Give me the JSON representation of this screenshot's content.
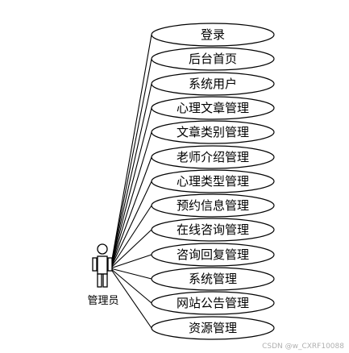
{
  "actor": {
    "label": "管理员"
  },
  "use_cases": [
    {
      "label": "登录"
    },
    {
      "label": "后台首页"
    },
    {
      "label": "系统用户"
    },
    {
      "label": "心理文章管理"
    },
    {
      "label": "文章类别管理"
    },
    {
      "label": "老师介绍管理"
    },
    {
      "label": "心理类型管理"
    },
    {
      "label": "预约信息管理"
    },
    {
      "label": "在线咨询管理"
    },
    {
      "label": "咨询回复管理"
    },
    {
      "label": "系统管理"
    },
    {
      "label": "网站公告管理"
    },
    {
      "label": "资源管理"
    }
  ],
  "watermark": "CSDN @w_CXRF10088"
}
